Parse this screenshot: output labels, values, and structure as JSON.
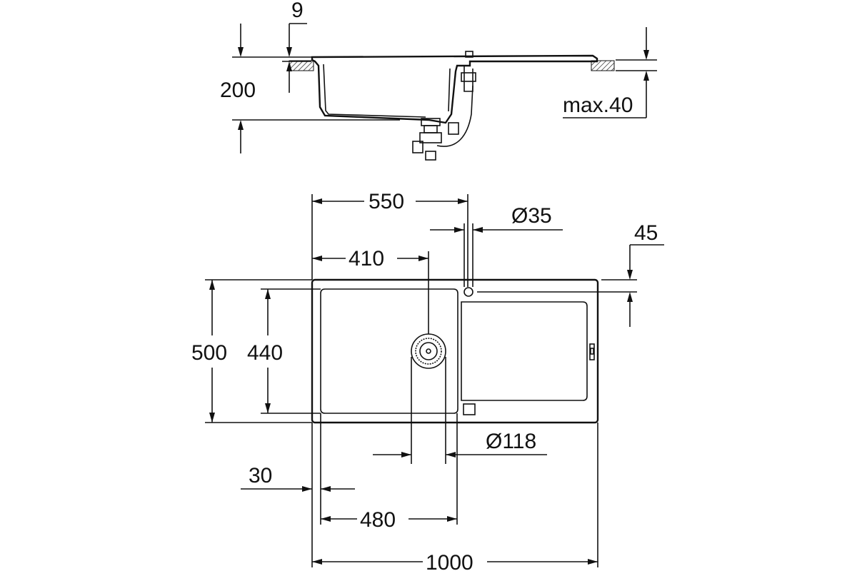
{
  "labels": {
    "dim_9": "9",
    "dim_200": "200",
    "dim_max40": "max.40",
    "dim_550": "550",
    "dim_d35": "Ø35",
    "dim_45": "45",
    "dim_410": "410",
    "dim_500": "500",
    "dim_440": "440",
    "dim_d118": "Ø118",
    "dim_30": "30",
    "dim_480": "480",
    "dim_1000": "1000"
  }
}
